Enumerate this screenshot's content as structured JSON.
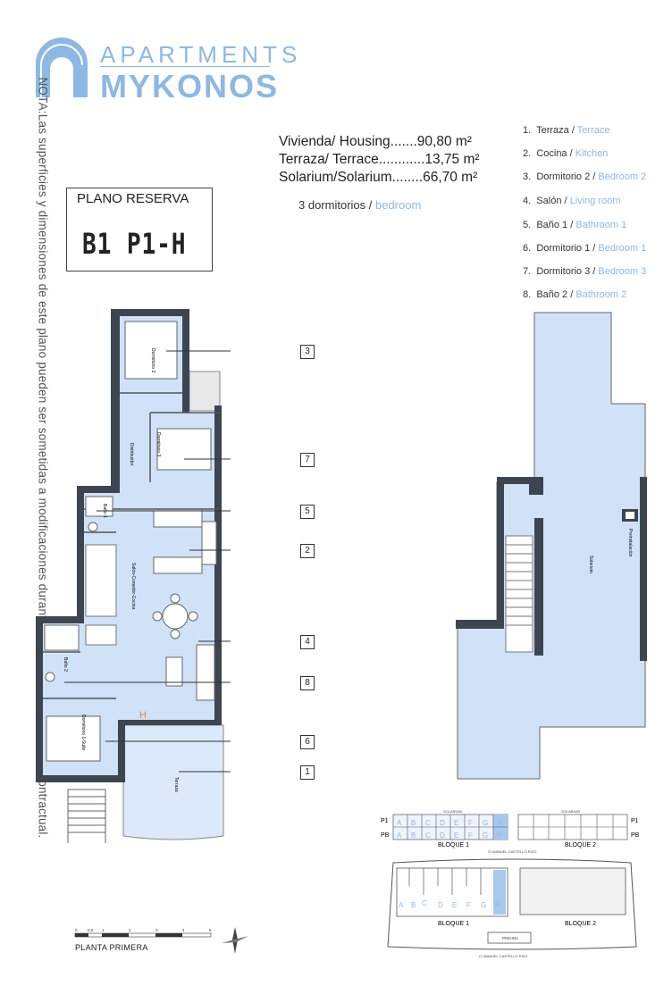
{
  "logo": {
    "line1": "APARTMENTS",
    "line2": "MYKONOS",
    "color": "#8cb8e6"
  },
  "nota": "NOTA:Las superficies y dimensiones de este plano pueden ser sometidas a modificaciones durante la obra, no teniendo valor contractual.",
  "plano": {
    "title": "PLANO RESERVA",
    "code": "B1 P1-H"
  },
  "areas": {
    "housing": "Vivienda/ Housing.......90,80 m²",
    "terrace": "Terraza/ Terrace............13,75 m²",
    "solarium": "Solarium/Solarium........66,70 m²"
  },
  "dormitorios": {
    "es": "3 dormitorios / ",
    "en": "bedroom"
  },
  "legend": [
    {
      "num": "1.",
      "es": "Terraza / ",
      "en": "Terrace"
    },
    {
      "num": "2.",
      "es": "Cocina / ",
      "en": "Kitchen"
    },
    {
      "num": "3.",
      "es": "Dormitorio 2 / ",
      "en": "Bedroom 2"
    },
    {
      "num": "4.",
      "es": "Salón / ",
      "en": "Living room"
    },
    {
      "num": "5.",
      "es": "Baño 1 / ",
      "en": "Bathroom 1"
    },
    {
      "num": "6.",
      "es": "Dormitorio 1 / ",
      "en": "Bedroom 1"
    },
    {
      "num": "7.",
      "es": "Dormitorio 3 / ",
      "en": "Bedroom 3"
    },
    {
      "num": "8.",
      "es": "Baño 2 / ",
      "en": "Bathroom 2"
    }
  ],
  "callouts": [
    "3",
    "7",
    "5",
    "2",
    "4",
    "8",
    "6",
    "1"
  ],
  "unit_letter": "H",
  "room_labels": {
    "dormitorio2": "Dormitorio 2",
    "dormitorio3": "Dormitorio 3",
    "distribuidor": "Distribuidor",
    "salon": "Salón-Comedor-Cocina",
    "bano1": "Baño 1",
    "bano2": "Baño 2",
    "dormitorio1": "Dormitorio 1-Suite",
    "terraza": "Terraza",
    "solarium": "Solarium",
    "preinstalacion": "Preinstalación"
  },
  "site_plan": {
    "floor_p1": "P1",
    "floor_pb": "PB",
    "solarium_tag": "SOLARIUM",
    "letters": [
      "A",
      "B",
      "C",
      "D",
      "E",
      "F",
      "G",
      "H"
    ],
    "bloque1": "BLOQUE 1",
    "bloque2": "BLOQUE 2",
    "street": "C/ MANUEL CASTELLO RIZO",
    "piscina": "PISCINA",
    "highlight_color": "#a9c8ef"
  },
  "scale": {
    "ticks": [
      "0",
      "0,5",
      "1",
      "2",
      "3",
      "4",
      "5"
    ],
    "label": "PLANTA PRIMERA"
  }
}
